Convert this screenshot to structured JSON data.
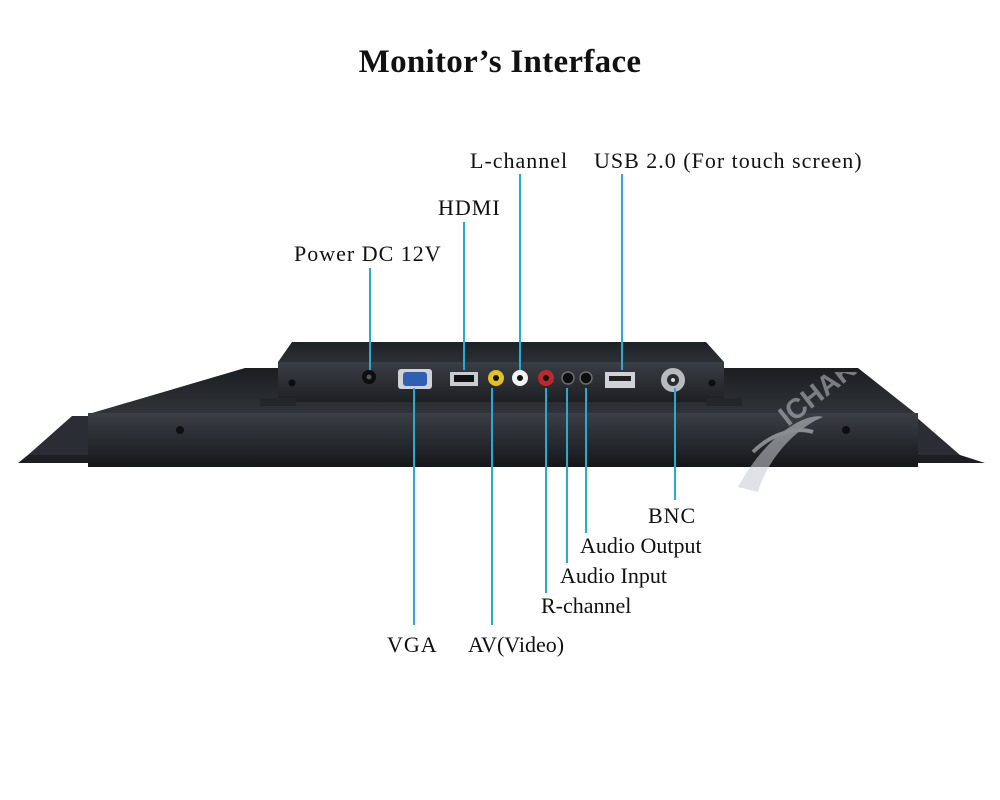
{
  "title": "Monitor’s Interface",
  "labels": {
    "l_channel": "L-channel",
    "usb": "USB 2.0 (For touch screen)",
    "hdmi": "HDMI",
    "power": "Power DC 12V",
    "bnc": "BNC",
    "audio_output": "Audio Output",
    "audio_input": "Audio Input",
    "r_channel": "R-channel",
    "vga": "VGA",
    "av_video": "AV(Video)"
  },
  "watermark": "ICHAK",
  "colors": {
    "leader": "#29a9d6",
    "housing": "#26292e",
    "av_yellow": "#e3c21d",
    "l_white": "#f2f2f2",
    "r_red": "#c0272d",
    "vga_blue": "#2f5fb0"
  }
}
